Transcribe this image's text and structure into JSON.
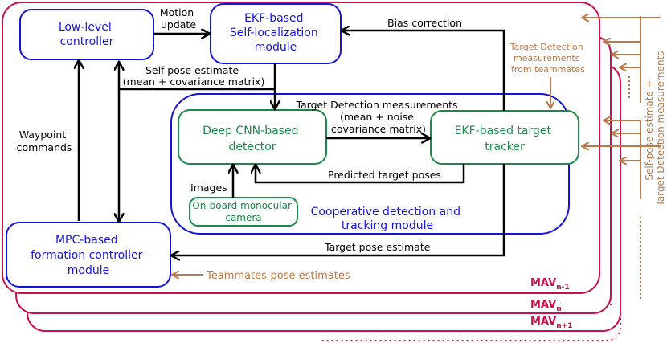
{
  "blocks": {
    "low_level_controller": [
      "Low-level",
      "controller"
    ],
    "ekf_self_localization": [
      "EKF-based",
      "Self-localization",
      "module"
    ],
    "deep_cnn_detector": [
      "Deep CNN-based",
      "detector"
    ],
    "ekf_target_tracker": [
      "EKF-based target",
      "tracker"
    ],
    "onboard_camera": [
      "On-board monocular",
      "camera"
    ],
    "cooperative_module": [
      "Cooperative detection and",
      "tracking module"
    ],
    "mpc_controller": [
      "MPC-based",
      "formation controller",
      "module"
    ]
  },
  "edges": {
    "motion_update": [
      "Motion",
      "update"
    ],
    "bias_correction": "Bias correction",
    "self_pose_estimate": [
      "Self-pose estimate",
      "(mean + covariance matrix)"
    ],
    "target_detection_measurements": [
      "Target Detection measurements",
      "(mean +  noise",
      "covariance matrix)"
    ],
    "predicted_target_poses": "Predicted target poses",
    "images": "Images",
    "waypoint_commands": [
      "Waypoint",
      "commands"
    ],
    "target_pose_estimate": "Target pose estimate"
  },
  "external": {
    "teammates_target_measurements": [
      "Target Detection",
      "measurements",
      "from teammates"
    ],
    "teammates_pose_estimates": "Teammates-pose estimates",
    "side_label": [
      "Self-pose estimate +",
      "Target Detection measurements"
    ]
  },
  "mav_labels": [
    {
      "base": "MAV",
      "sub": "n-1"
    },
    {
      "base": "MAV",
      "sub": "n"
    },
    {
      "base": "MAV",
      "sub": "n+1"
    }
  ],
  "colors": {
    "mav_frame": "#c8104a",
    "module_blue": "#1414d8",
    "module_green": "#1a8a4a",
    "teammate_brown": "#b87a4a",
    "arrow": "#000000"
  }
}
